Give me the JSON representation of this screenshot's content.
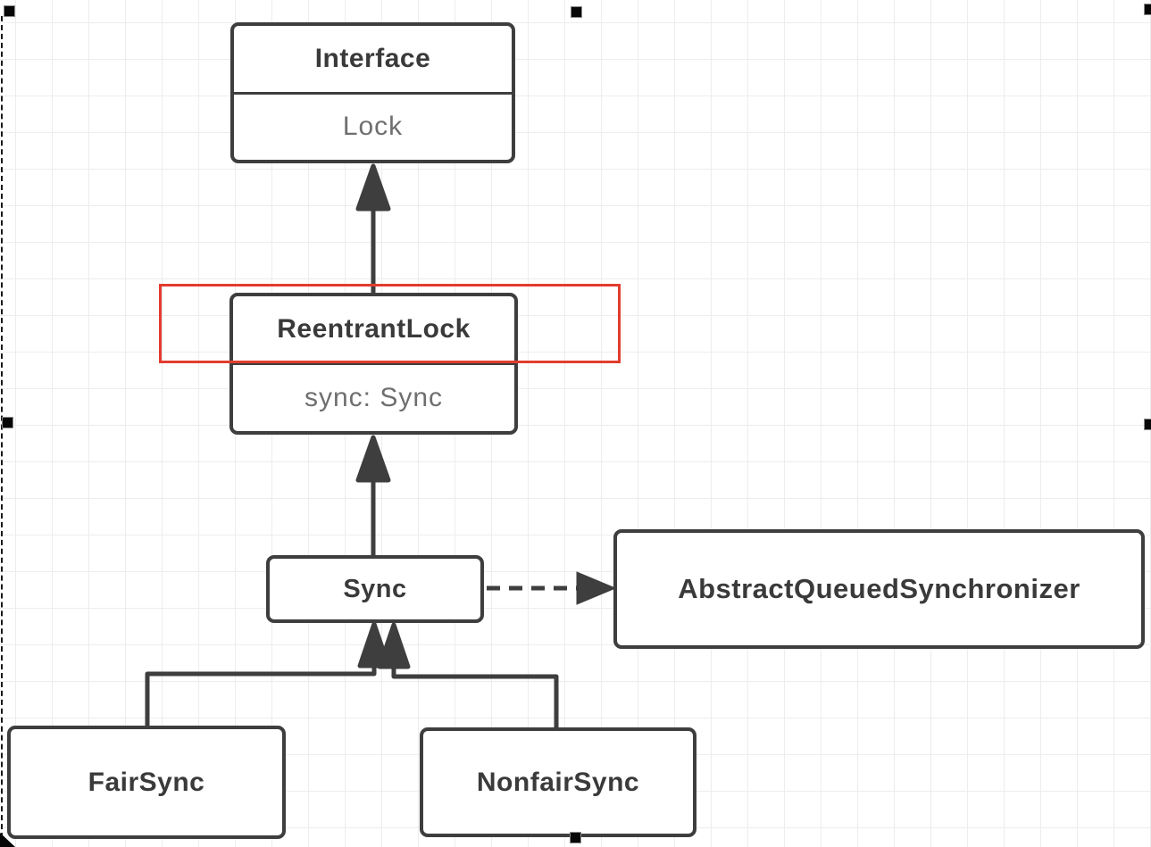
{
  "diagram": {
    "type": "uml-class-diagram",
    "subject": "ReentrantLock / AQS class hierarchy",
    "nodes": {
      "interface": {
        "title": "Interface",
        "member": "Lock"
      },
      "reentrantlock": {
        "title": "ReentrantLock",
        "member": "sync: Sync"
      },
      "sync": {
        "title": "Sync"
      },
      "aqs": {
        "title": "AbstractQueuedSynchronizer"
      },
      "fairsync": {
        "title": "FairSync"
      },
      "nonfairsync": {
        "title": "NonfairSync"
      }
    },
    "edges": [
      {
        "from": "ReentrantLock",
        "to": "Interface Lock",
        "style": "solid",
        "arrow": "filled-triangle-up"
      },
      {
        "from": "Sync",
        "to": "ReentrantLock",
        "style": "solid",
        "arrow": "filled-triangle-up"
      },
      {
        "from": "Sync",
        "to": "AbstractQueuedSynchronizer",
        "style": "dashed",
        "arrow": "filled-triangle-right"
      },
      {
        "from": "FairSync",
        "to": "Sync",
        "style": "solid",
        "arrow": "filled-triangle-up"
      },
      {
        "from": "NonfairSync",
        "to": "Sync",
        "style": "solid",
        "arrow": "filled-triangle-up"
      }
    ],
    "annotations": [
      {
        "kind": "red-highlight-rectangle",
        "over": "ReentrantLock title compartment"
      }
    ],
    "colors": {
      "box_border": "#3e3e3e",
      "title_text": "#3a3a3a",
      "member_text": "#6f6f6f",
      "highlight": "#e23c2e",
      "grid_line": "#ededed",
      "background": "#ffffff",
      "handle": "#070707"
    }
  },
  "selection": {
    "state": "image-selected",
    "border_style": "dashed-left-edge",
    "handles": [
      "top-left",
      "top-center",
      "top-right",
      "middle-left",
      "middle-right",
      "bottom-left",
      "bottom-center"
    ]
  }
}
